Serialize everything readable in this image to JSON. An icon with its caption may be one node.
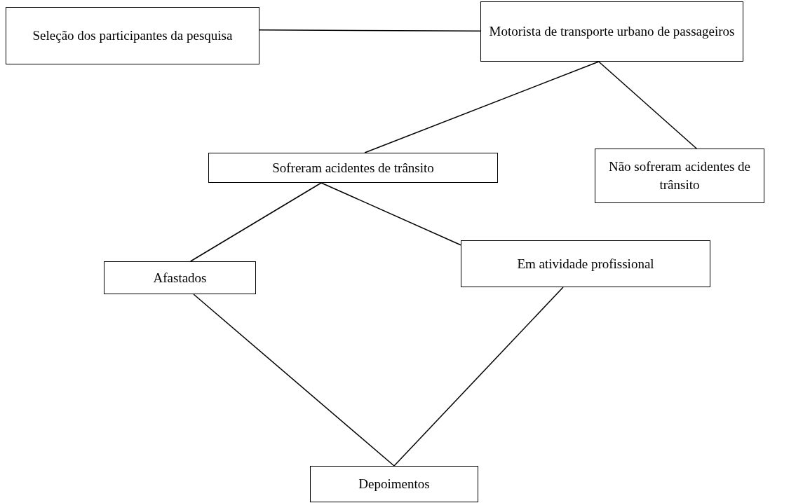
{
  "diagram": {
    "nodes": [
      {
        "text": [
          "Seleção dos participantes da pesquisa"
        ]
      },
      {
        "text": [
          "Motorista de transporte urbano de passageiros"
        ]
      },
      {
        "text": [
          "Sofreram acidentes de trânsito"
        ]
      },
      {
        "text": [
          "Não sofreram acidentes de trânsito"
        ]
      },
      {
        "text": [
          "Afastados"
        ]
      },
      {
        "text": [
          "Em atividade profissional"
        ]
      },
      {
        "text": [
          "Depoimentos"
        ]
      }
    ],
    "edges": [
      {
        "from": 0,
        "to": 1,
        "arrow": "none"
      },
      {
        "from": 1,
        "to": 2,
        "arrow": "none"
      },
      {
        "from": 1,
        "to": 3,
        "arrow": "none"
      },
      {
        "from": 2,
        "to": 4,
        "arrow": "none"
      },
      {
        "from": 2,
        "to": 5,
        "arrow": "none"
      },
      {
        "from": 4,
        "to": 6,
        "arrow": "none"
      },
      {
        "from": 5,
        "to": 6,
        "arrow": "none"
      }
    ]
  }
}
